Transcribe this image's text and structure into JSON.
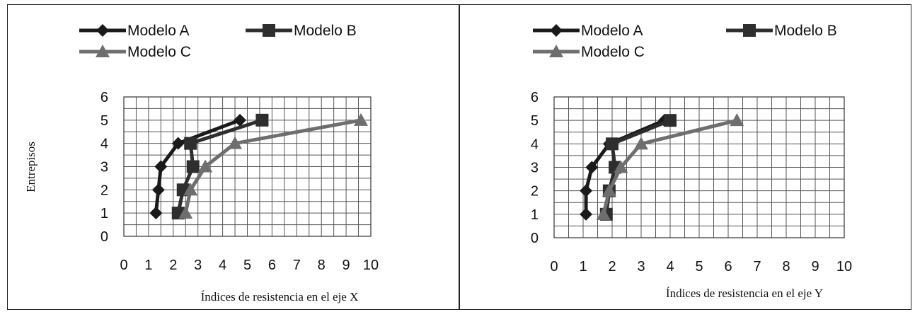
{
  "chart_data": [
    {
      "type": "line",
      "title": "",
      "xlabel": "Índices de resistencia en el  eje X",
      "ylabel": "Entrepisos",
      "xlim": [
        0,
        10
      ],
      "ylim": [
        0,
        6
      ],
      "x_ticks": [
        "0",
        "1",
        "2",
        "3",
        "4",
        "5",
        "6",
        "7",
        "8",
        "9",
        "10"
      ],
      "y_ticks": [
        "0",
        "1",
        "2",
        "3",
        "4",
        "5",
        "6"
      ],
      "grid": true,
      "legend_position": "top",
      "series": [
        {
          "name": "Modelo A",
          "marker": "diamond",
          "color": "#1a1a1a",
          "points": [
            {
              "x": 1.3,
              "y": 1
            },
            {
              "x": 1.4,
              "y": 2
            },
            {
              "x": 1.5,
              "y": 3
            },
            {
              "x": 2.2,
              "y": 4
            },
            {
              "x": 4.7,
              "y": 5
            }
          ]
        },
        {
          "name": "Modelo B",
          "marker": "square",
          "color": "#2e2e2e",
          "points": [
            {
              "x": 2.2,
              "y": 1
            },
            {
              "x": 2.4,
              "y": 2
            },
            {
              "x": 2.8,
              "y": 3
            },
            {
              "x": 2.7,
              "y": 4
            },
            {
              "x": 5.6,
              "y": 5
            }
          ]
        },
        {
          "name": "Modelo C",
          "marker": "triangle",
          "color": "#6e6e6e",
          "points": [
            {
              "x": 2.5,
              "y": 1
            },
            {
              "x": 2.7,
              "y": 2
            },
            {
              "x": 3.3,
              "y": 3
            },
            {
              "x": 4.5,
              "y": 4
            },
            {
              "x": 9.6,
              "y": 5
            }
          ]
        }
      ]
    },
    {
      "type": "line",
      "title": "",
      "xlabel": "Índices de resistencia en el  eje Y",
      "ylabel": "",
      "xlim": [
        0,
        10
      ],
      "ylim": [
        0,
        6
      ],
      "x_ticks": [
        "0",
        "1",
        "2",
        "3",
        "4",
        "5",
        "6",
        "7",
        "8",
        "9",
        "10"
      ],
      "y_ticks": [
        "0",
        "1",
        "2",
        "3",
        "4",
        "5",
        "6"
      ],
      "grid": true,
      "legend_position": "top",
      "series": [
        {
          "name": "Modelo A",
          "marker": "diamond",
          "color": "#1a1a1a",
          "points": [
            {
              "x": 1.1,
              "y": 1
            },
            {
              "x": 1.1,
              "y": 2
            },
            {
              "x": 1.3,
              "y": 3
            },
            {
              "x": 1.9,
              "y": 4
            },
            {
              "x": 3.8,
              "y": 5
            }
          ]
        },
        {
          "name": "Modelo B",
          "marker": "square",
          "color": "#2e2e2e",
          "points": [
            {
              "x": 1.8,
              "y": 1
            },
            {
              "x": 1.9,
              "y": 2
            },
            {
              "x": 2.1,
              "y": 3
            },
            {
              "x": 2.0,
              "y": 4
            },
            {
              "x": 4.0,
              "y": 5
            }
          ]
        },
        {
          "name": "Modelo C",
          "marker": "triangle",
          "color": "#6e6e6e",
          "points": [
            {
              "x": 1.7,
              "y": 1
            },
            {
              "x": 1.9,
              "y": 2
            },
            {
              "x": 2.3,
              "y": 3
            },
            {
              "x": 3.0,
              "y": 4
            },
            {
              "x": 6.3,
              "y": 5
            }
          ]
        }
      ]
    }
  ]
}
